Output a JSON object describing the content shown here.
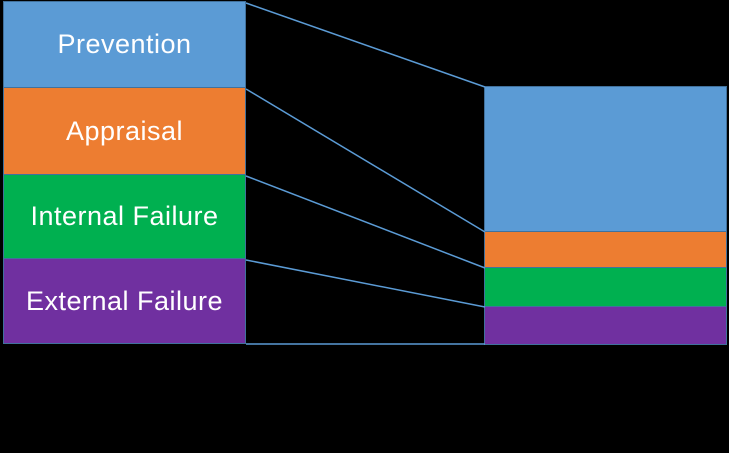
{
  "diagram": {
    "background_color": "#000000",
    "border_color": "#41719C",
    "connector_color": "#5B9BD5",
    "text_color": "#FFFFFF",
    "left_bar": {
      "name": "cost-of-quality-before",
      "segments": [
        {
          "label": "Prevention",
          "color": "#5B9BD5"
        },
        {
          "label": "Appraisal",
          "color": "#ED7D31"
        },
        {
          "label": "Internal Failure",
          "color": "#00B050"
        },
        {
          "label": "External Failure",
          "color": "#7030A0"
        }
      ]
    },
    "right_bar": {
      "name": "cost-of-quality-after",
      "segments": [
        {
          "label": "",
          "color": "#5B9BD5"
        },
        {
          "label": "",
          "color": "#ED7D31"
        },
        {
          "label": "",
          "color": "#00B050"
        },
        {
          "label": "",
          "color": "#7030A0"
        }
      ]
    }
  }
}
